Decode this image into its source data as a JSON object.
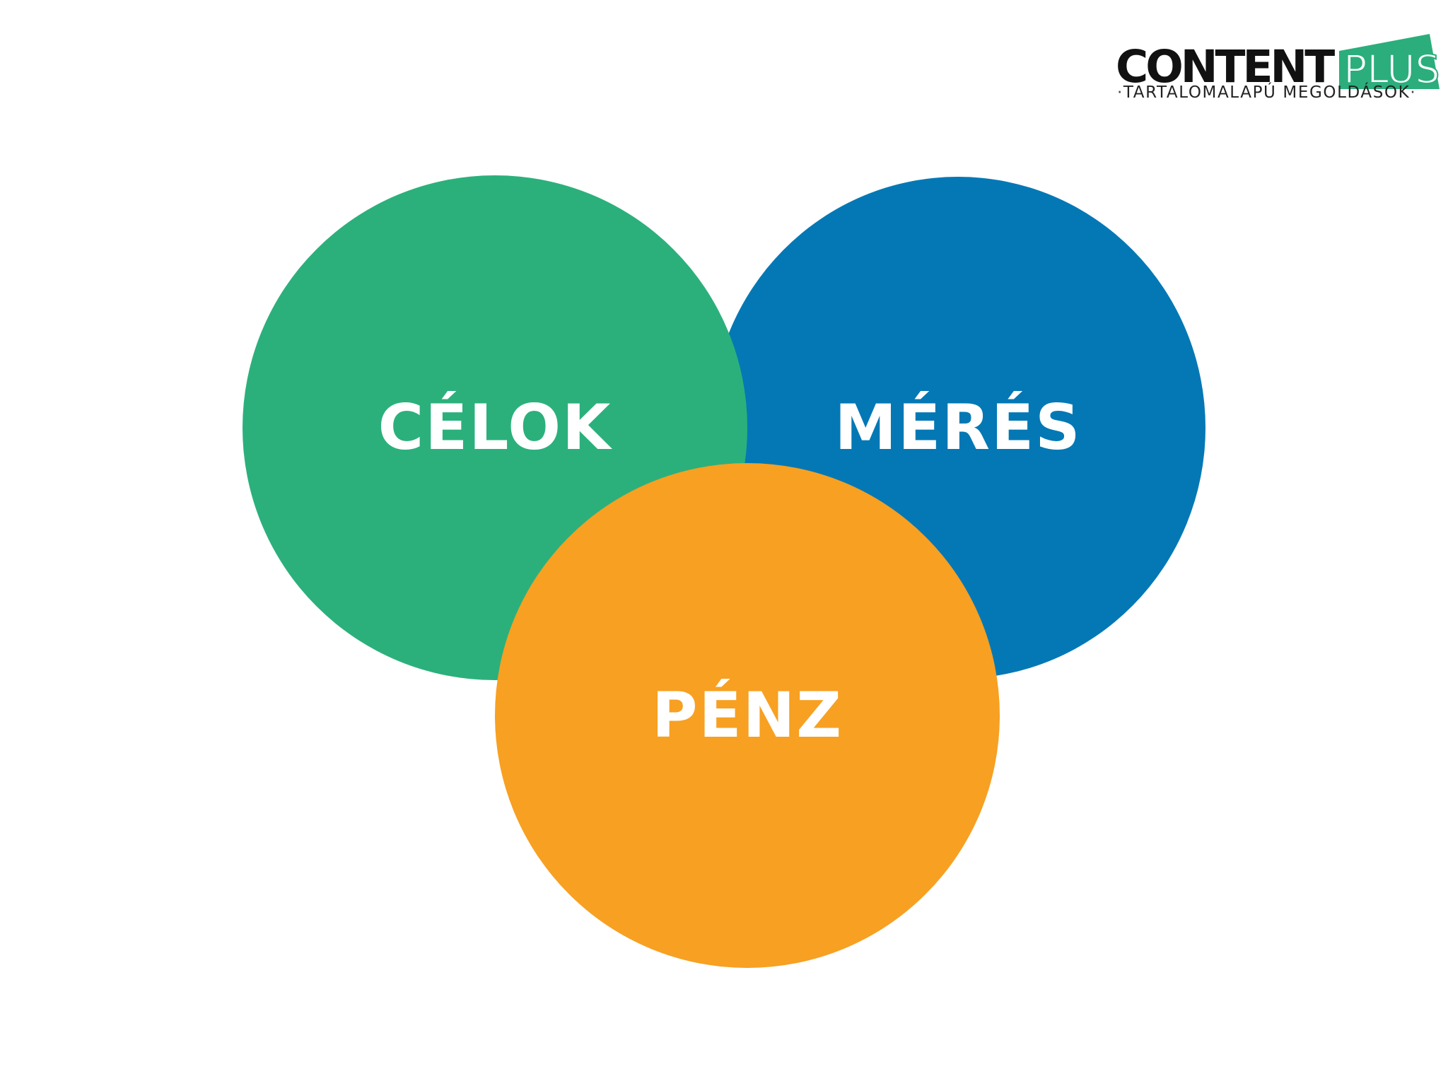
{
  "logo": {
    "brand_main": "CONTENT",
    "brand_accent": "PLUS",
    "tagline": "TARTALOMALAPÚ MEGOLDÁSOK",
    "accent_color": "#2bae7c"
  },
  "diagram": {
    "circles": [
      {
        "label": "CÉLOK",
        "color": "#2bb07c"
      },
      {
        "label": "MÉRÉS",
        "color": "#0478b5"
      },
      {
        "label": "PÉNZ",
        "color": "#f7a022"
      }
    ]
  }
}
